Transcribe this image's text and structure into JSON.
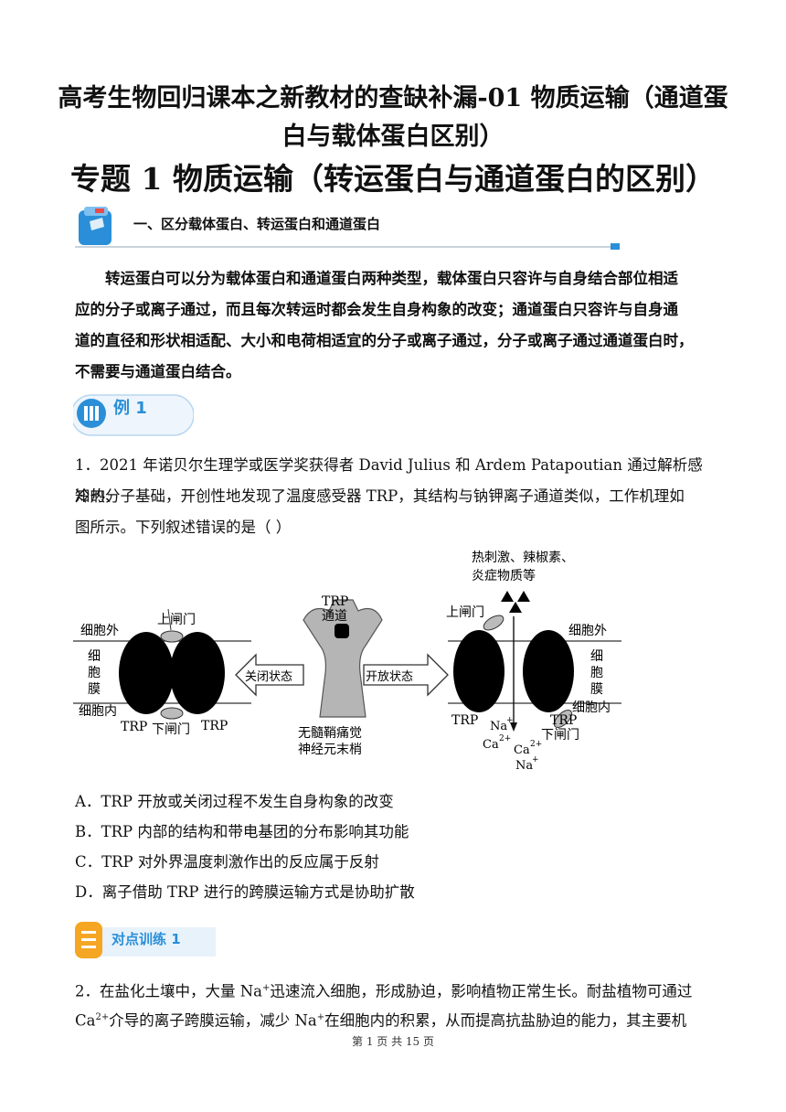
{
  "doc_title": {
    "line1": "高考生物回归课本之新教材的查缺补漏-01 物质运输（通道蛋",
    "line2": "白与载体蛋白区别）"
  },
  "topic_title": "专题 1  物质运输（转运蛋白与通道蛋白的区别）",
  "section1": {
    "heading": "一、区分载体蛋白、转运蛋白和通道蛋白"
  },
  "intro_paragraph": [
    "转运蛋白可以分为载体蛋白和通道蛋白两种类型，载体蛋白只容许与自身结合部位相适",
    "应的分子或离子通过，而且每次转运时都会发生自身构象的改变；通道蛋白只容许与自身通",
    "道的直径和形状相适配、大小和电荷相适宜的分子或离子通过，分子或离子通过通道蛋白时，",
    "不需要与通道蛋白结合。"
  ],
  "example_tag": "例 1",
  "question1": {
    "lines": [
      "1．2021 年诺贝尔生理学或医学奖获得者 David Julius 和 Ardem Patapoutian 通过解析感知热、",
      "冷的分子基础，开创性地发现了温度感受器 TRP，其结构与钠钾离子通道类似，工作机理如",
      "图所示。下列叙述错误的是（    ）"
    ],
    "options": [
      "A．TRP 开放或关闭过程不发生自身构象的改变",
      "B．TRP 内部的结构和带电基团的分布影响其功能",
      "C．TRP 对外界温度刺激作出的反应属于反射",
      "D．离子借助 TRP 进行的跨膜运输方式是协助扩散"
    ]
  },
  "figure": {
    "stimulus_line1": "热刺激、辣椒素、",
    "stimulus_line2": "炎症物质等",
    "left_upper_gate": "上闸门",
    "left_outside": "细胞外",
    "left_membrane": [
      "细",
      "胞",
      "膜"
    ],
    "left_inside": "细胞内",
    "left_trp1": "TRP",
    "left_lower_gate": "下闸门",
    "left_trp2": "TRP",
    "closed_state": "关闭状态",
    "center_trp": "TRP",
    "center_channel": "通道",
    "neuron_line1": "无髓鞘痛觉",
    "neuron_line2": "神经元末梢",
    "open_state": "开放状态",
    "right_upper_gate": "上闸门",
    "right_outside": "细胞外",
    "right_membrane": [
      "细",
      "胞",
      "膜"
    ],
    "right_inside": "细胞内",
    "right_trp1": "TRP",
    "right_trp2": "TRP",
    "right_lower_gate": "下闸门",
    "ion_na": "Na",
    "ion_ca": "Ca",
    "ion_ca2": "Ca",
    "ion_na2": "Na",
    "plus": "+",
    "two_plus": "2+"
  },
  "training_tag": "对点训练 1",
  "question2": {
    "l1_a": "2．在盐化土壤中，大量 Na",
    "l1_sup": "+",
    "l1_b": "迅速流入细胞，形成胁迫，影响植物正常生长。耐盐植物可通过",
    "l2_a": "Ca",
    "l2_sup": "2+",
    "l2_b": "介导的离子跨膜运输，减少 Na",
    "l2_sup2": "+",
    "l2_c": "在细胞内的积累，从而提高抗盐胁迫的能力，其主要机"
  },
  "footer": "第 1 页 共 15 页",
  "colors": {
    "accent_blue": "#2a8fd8",
    "tag_bg": "#e8f2fb",
    "orange": "#f5a623"
  }
}
